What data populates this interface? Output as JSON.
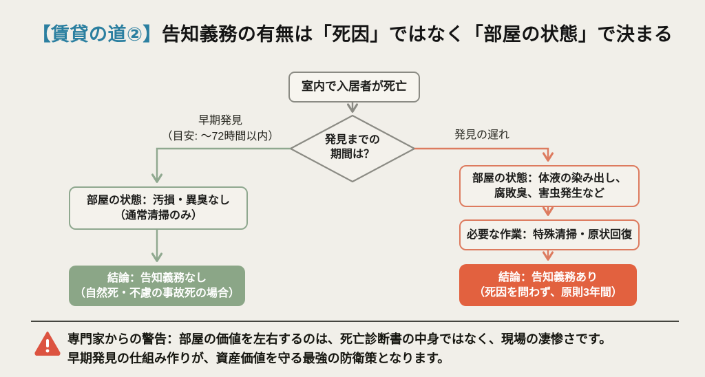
{
  "title": {
    "badge": "【賃貸の道②】",
    "text": "告知義務の有無は「死因」ではなく「部屋の状態」で決まる",
    "badge_color": "#2b7fa0"
  },
  "flow": {
    "start": "室内で入居者が死亡",
    "decision": {
      "line1": "発見までの",
      "line2": "期間は？"
    },
    "left_branch": {
      "edge_label_line1": "早期発見",
      "edge_label_line2": "（目安: ～72時間以内）",
      "state_line1": "部屋の状態：汚損・異臭なし",
      "state_line2": "（通常清掃のみ）",
      "conclusion_line1": "結論：告知義務なし",
      "conclusion_line2": "（自然死・不慮の事故死の場合）",
      "accent_color": "#8fa88f",
      "fill_color": "#8ba687"
    },
    "right_branch": {
      "edge_label": "発見の遅れ",
      "state_line1": "部屋の状態：体液の染み出し、",
      "state_line2": "腐敗臭、害虫発生など",
      "work_label": "必要な作業：特殊清掃・原状回復",
      "conclusion_line1": "結論：告知義務あり",
      "conclusion_line2": "（死因を問わず、原則3年間）",
      "accent_color": "#dd7b5f",
      "fill_color": "#e2613f"
    },
    "neutral_color": "#8b8b84"
  },
  "footer": {
    "warning_icon": "warning-triangle",
    "warning_color": "#dc5340",
    "line1": "専門家からの警告：部屋の価値を左右するのは、死亡診断書の中身ではなく、現場の凄惨さです。",
    "line2": "早期発見の仕組み作りが、資産価値を守る最強の防衛策となります。"
  }
}
